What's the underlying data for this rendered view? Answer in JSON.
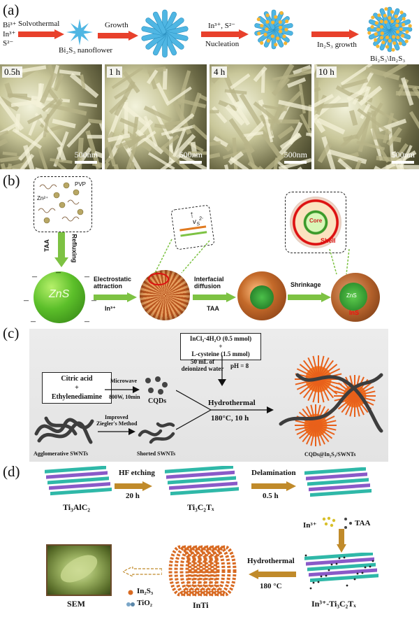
{
  "panel_a": {
    "label": "(a)",
    "ions": "Bi³⁺\nIn³⁺\nS²⁻",
    "solvothermal": "Solvothermal",
    "bi2s3_nanoflower": "Bi₂S₃ nanoflower",
    "growth": "Growth",
    "in_s_ions": "In³⁺, S²⁻",
    "nucleation": "Nucleation",
    "in2s3_growth": "In₂S₃ growth",
    "product": "Bi₂S₃\\In₂S₃",
    "sem_times": [
      "0.5h",
      "1 h",
      "4 h",
      "10 h"
    ],
    "scale_bar": "500nm"
  },
  "panel_b": {
    "label": "(b)",
    "pvp": "PVP",
    "zn": "Zn²⁺",
    "taa": "TAA",
    "refluxing": "Refluxing",
    "zns": "ZnS",
    "electrostatic": "Electrostatic attraction",
    "in3": "In³⁺",
    "vs": "v",
    "vs_sub": "S",
    "vs_sup": "2-",
    "interfacial": "Interfacial diffusion",
    "taa2": "TAA",
    "shrinkage": "Shrinkage",
    "core": "Core",
    "shell": "Shell",
    "zns_small": "ZnS",
    "ins": "InS"
  },
  "panel_c": {
    "label": "(c)",
    "reagents_top_1": "InCl₃·4H₂O (0.5 mmol)",
    "reagents_top_plus": "+",
    "reagents_top_2": "L-cysteine (1.5 mmol)",
    "water": "50 mL of deionized water",
    "ph": "pH = 8",
    "citric": "Citric acid",
    "plus": "+",
    "ethylenediamine": "Ethylenediamine",
    "microwave": "Microwave",
    "microwave_cond": "800W, 10min",
    "cqds": "CQDs",
    "hydrothermal": "Hydrothermal",
    "hydro_cond": "180°C, 10 h",
    "improved": "Improved",
    "ziegler": "Ziegler's Method",
    "agglomerative": "Agglomerative SWNTs",
    "shorted": "Shorted SWNTs",
    "product": "CQDs@In₂S₃/SWNTs"
  },
  "panel_d": {
    "label": "(d)",
    "hf": "HF etching",
    "hf_time": "20 h",
    "delamination": "Delamination",
    "delam_time": "0.5 h",
    "ti3alc2": "Ti₃AlC₂",
    "ti3c2tx": "Ti₃C₂Tₓ",
    "in3": "In³⁺",
    "taa": "TAA",
    "hydrothermal": "Hydrothermal",
    "temp": "180 °C",
    "in2s3": "In₂S₃",
    "tio2": "TiO₂",
    "sem": "SEM",
    "inti": "InTi",
    "in_ti3c2tx": "In³⁺-Ti₃C₂Tₓ"
  },
  "colors": {
    "red_arrow": "#e8402b",
    "green_arrow": "#7dc243",
    "blue_flower": "#4fb6e3",
    "orange_particle": "#f5b533",
    "gold_arrow": "#c08a2a"
  }
}
